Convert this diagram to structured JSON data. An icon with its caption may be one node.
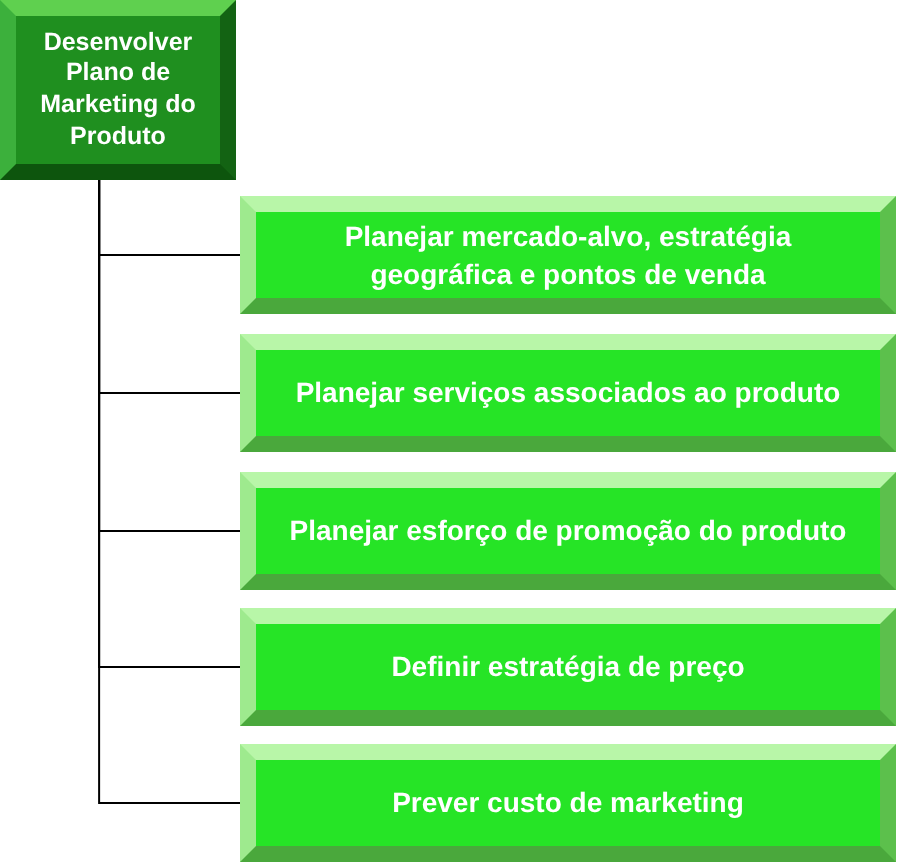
{
  "diagram": {
    "nodes": [
      {
        "text": [
          "Desenvolver Plano de Marketing do Produto"
        ]
      },
      {
        "text": [
          "Planejar mercado-alvo, estratégia geográfica e pontos de venda"
        ]
      },
      {
        "text": [
          "Planejar serviços associados ao produto"
        ]
      },
      {
        "text": [
          "Planejar esforço de promoção do produto"
        ]
      },
      {
        "text": [
          "Definir estratégia de preço"
        ]
      },
      {
        "text": [
          "Prever custo de marketing"
        ]
      }
    ],
    "edges": [
      {
        "from": 0,
        "to": 1,
        "arrow": "none"
      },
      {
        "from": 0,
        "to": 2,
        "arrow": "none"
      },
      {
        "from": 0,
        "to": 3,
        "arrow": "none"
      },
      {
        "from": 0,
        "to": 4,
        "arrow": "none"
      },
      {
        "from": 0,
        "to": 5,
        "arrow": "none"
      }
    ]
  }
}
